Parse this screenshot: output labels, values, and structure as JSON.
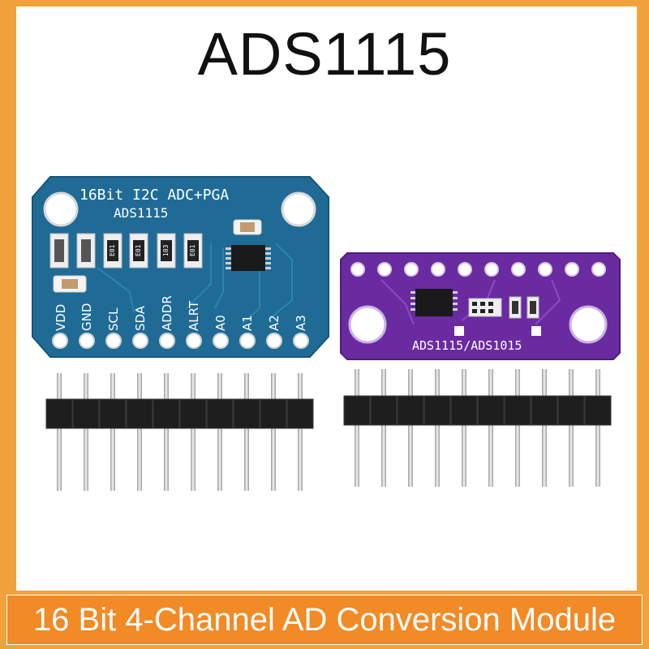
{
  "title": "ADS1115",
  "caption": "16 Bit 4-Channel AD Conversion Module",
  "blue_board": {
    "header_line": "16Bit I2C ADC+PGA",
    "chip_label": "ADS1115",
    "pins": [
      "VDD",
      "GND",
      "SCL",
      "SDA",
      "ADDR",
      "ALRT",
      "A0",
      "A1",
      "A2",
      "A3"
    ],
    "resistor_marks": [
      "E01",
      "E01",
      "103",
      "E01"
    ]
  },
  "purple_board": {
    "label": "ADS1115/ADS1015"
  },
  "colors": {
    "background_orange": "#f2a23a",
    "blue_pcb": "#1f6b96",
    "purple_pcb": "#6a2aa0",
    "caption_bar": "#f28a25"
  }
}
